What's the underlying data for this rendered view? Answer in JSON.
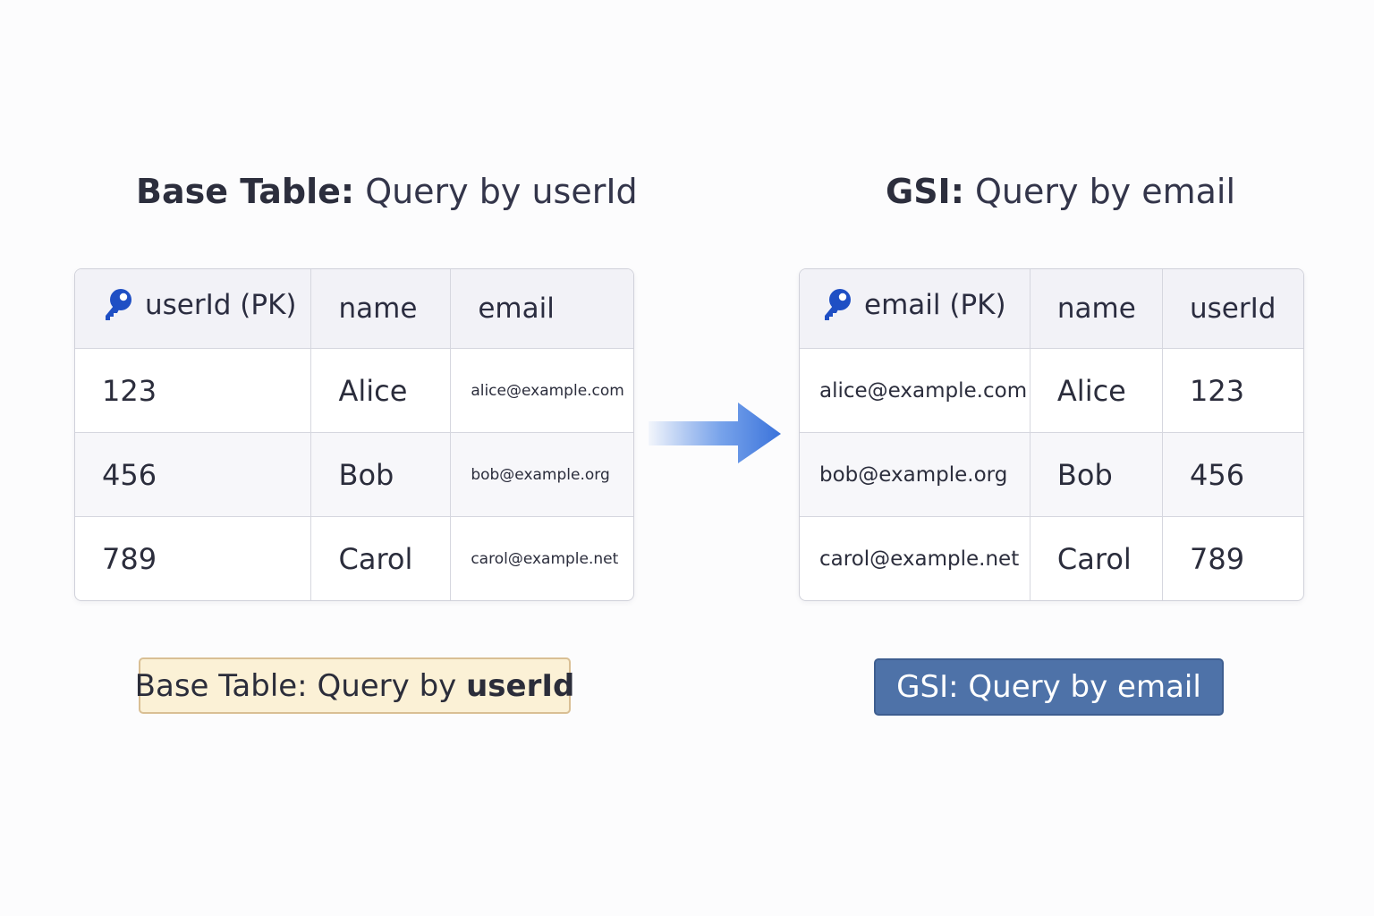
{
  "left": {
    "title_bold": "Base Table:",
    "title_rest": "Query by userId",
    "headers": [
      "userId (PK)",
      "name",
      "email"
    ],
    "rows": [
      [
        "123",
        "Alice",
        "alice@example.com"
      ],
      [
        "456",
        "Bob",
        "bob@example.org"
      ],
      [
        "789",
        "Carol",
        "carol@example.net"
      ]
    ],
    "badge_prefix": "Base Table: Query by",
    "badge_bold": "userId"
  },
  "right": {
    "title_bold": "GSI:",
    "title_rest": "Query by email",
    "headers": [
      "email (PK)",
      "name",
      "userId"
    ],
    "rows": [
      [
        "alice@example.com",
        "Alice",
        "123"
      ],
      [
        "bob@example.org",
        "Bob",
        "456"
      ],
      [
        "carol@example.net",
        "Carol",
        "789"
      ]
    ],
    "badge": "GSI: Query by email"
  },
  "icons": {
    "primary_key": "key-icon",
    "transform": "arrow-right-icon"
  },
  "colors": {
    "key": "#1f4fc4",
    "arrow": "#3f7be0",
    "badge_left_bg": "#fbf1d6",
    "badge_right_bg": "#4e72a8"
  }
}
